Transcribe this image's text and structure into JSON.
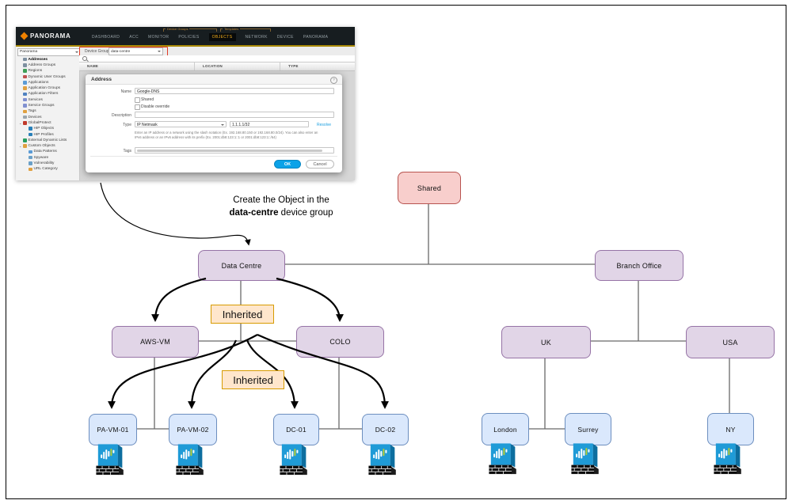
{
  "panorama": {
    "logo_text": "PANORAMA",
    "nav": [
      {
        "label": "DASHBOARD"
      },
      {
        "label": "ACC"
      },
      {
        "label": "MONITOR"
      },
      {
        "label": "POLICIES"
      },
      {
        "label": "OBJECTS",
        "active": true
      },
      {
        "label": "NETWORK"
      },
      {
        "label": "DEVICE"
      },
      {
        "label": "PANORAMA"
      }
    ],
    "nav_groups": {
      "device_groups": "Device Groups",
      "templates": "Templates"
    },
    "context_value": "Panorama",
    "device_group_label": "Device Group",
    "device_group_value": "data-centre",
    "table_headers": [
      "NAME",
      "LOCATION",
      "TYPE"
    ],
    "sidebar": [
      {
        "label": "Addresses",
        "icon": "#7d8fa0",
        "selected": true
      },
      {
        "label": "Address Groups",
        "icon": "#7d8fa0"
      },
      {
        "label": "Regions",
        "icon": "#3f9e57"
      },
      {
        "label": "Dynamic User Groups",
        "icon": "#c05050"
      },
      {
        "label": "Applications",
        "icon": "#5b9bd5"
      },
      {
        "label": "Application Groups",
        "icon": "#e0a040"
      },
      {
        "label": "Application Filters",
        "icon": "#4f81c0"
      },
      {
        "label": "Services",
        "icon": "#8090d0"
      },
      {
        "label": "Service Groups",
        "icon": "#8090d0"
      },
      {
        "label": "Tags",
        "icon": "#e0a040"
      },
      {
        "label": "Devices",
        "icon": "#9aa5ad"
      },
      {
        "label": "GlobalProtect",
        "icon": "#c0392b",
        "caret": true
      },
      {
        "label": "HIP Objects",
        "icon": "#2980b9",
        "indent": 1
      },
      {
        "label": "HIP Profiles",
        "icon": "#2980b9",
        "indent": 1
      },
      {
        "label": "External Dynamic Lists",
        "icon": "#279e60"
      },
      {
        "label": "Custom Objects",
        "icon": "#e0a040",
        "caret": true
      },
      {
        "label": "Data Patterns",
        "icon": "#5b9bd5",
        "indent": 1
      },
      {
        "label": "Spyware",
        "icon": "#6aa0c8",
        "indent": 1
      },
      {
        "label": "Vulnerability",
        "icon": "#6aa0c8",
        "indent": 1
      },
      {
        "label": "URL Category",
        "icon": "#e0a040",
        "indent": 1
      }
    ],
    "dialog": {
      "title": "Address",
      "help_icon": "?",
      "name_label": "Name",
      "name_value": "Google-DNS",
      "shared_label": "Shared",
      "disable_override_label": "Disable override",
      "description_label": "Description",
      "description_value": "",
      "type_label": "Type",
      "type_value": "IP Netmask",
      "ip_value": "1.1.1.1/32",
      "resolve_label": "Resolve",
      "help_text": "Enter an IP address or a network using the slash notation (Ex. 192.168.80.150 or 192.168.80.0/24). You can also enter an IPv6 address or an IPv6 address with its prefix (Ex. 2001:db8:123:1::1 or 2001:db8:123:1::/64)",
      "tags_label": "Tags",
      "ok_label": "OK",
      "cancel_label": "Cancel"
    }
  },
  "annotation": {
    "line1": "Create the Object in the",
    "bold": "data-centre",
    "rest": "device group"
  },
  "diagram": {
    "inherited_label": "Inherited",
    "nodes": {
      "shared": {
        "label": "Shared"
      },
      "data_centre": {
        "label": "Data Centre"
      },
      "branch_office": {
        "label": "Branch Office"
      },
      "aws_vm": {
        "label": "AWS-VM"
      },
      "colo": {
        "label": "COLO"
      },
      "uk": {
        "label": "UK"
      },
      "usa": {
        "label": "USA"
      },
      "pa_vm_01": {
        "label": "PA-VM-01"
      },
      "pa_vm_02": {
        "label": "PA-VM-02"
      },
      "dc_01": {
        "label": "DC-01"
      },
      "dc_02": {
        "label": "DC-02"
      },
      "london": {
        "label": "London"
      },
      "surrey": {
        "label": "Surrey"
      },
      "ny": {
        "label": "NY"
      }
    },
    "colors": {
      "group_fill": "#e1d5e7",
      "group_border": "#9673a6",
      "shared_fill": "#f8cecc",
      "shared_border": "#b85450",
      "device_fill": "#dae8fc",
      "device_border": "#6c8ebf",
      "inherited_fill": "#ffe6cc",
      "inherited_border": "#d79b00",
      "tree_line": "#696969",
      "arrow": "#000000",
      "panorama_active_tab": "#f5b01c",
      "highlight_red": "#e23b26",
      "ok_button": "#0ba2e8",
      "firewall_blue": "#1f9bd7"
    }
  }
}
